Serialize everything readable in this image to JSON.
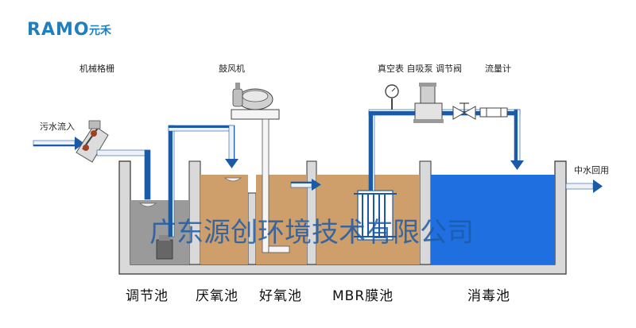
{
  "logo": {
    "brand": "RAMO",
    "name_cn": "元禾"
  },
  "equipment_labels": {
    "screen": "机械格栅",
    "blower": "鼓风机",
    "valves": "真空表 自吸泵 调节阀",
    "flowmeter": "流量计"
  },
  "flow_labels": {
    "inflow": "污水流入",
    "reuse": "中水回用"
  },
  "tanks": [
    {
      "label": "调节池"
    },
    {
      "label": "厌氧池"
    },
    {
      "label": "好氧池"
    },
    {
      "label": "MBR膜池"
    },
    {
      "label": "消毒池"
    }
  ],
  "watermark": "广东源创环境技术有限公司",
  "colors": {
    "pipe_blue": "#1d5aa6",
    "pipe_light": "#e9eef6",
    "gray_water": "#9a9a9a",
    "brown_water": "#cf9f6b",
    "blue_water": "#1f6fe0",
    "tank_wall": "#d9d9d9",
    "brand": "#1f7fbf"
  }
}
